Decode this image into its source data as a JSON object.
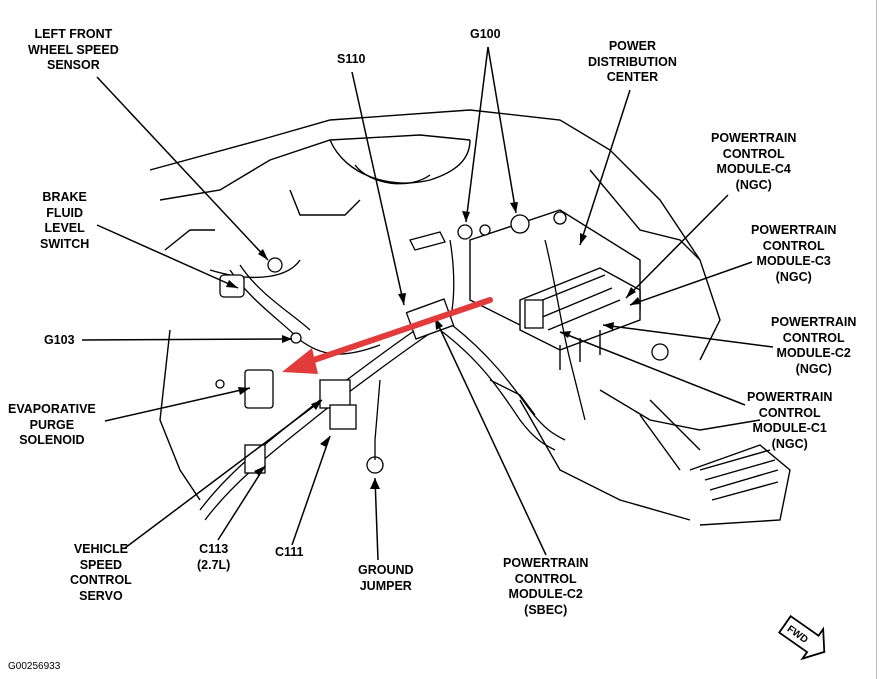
{
  "labels": {
    "left_front_wheel_speed_sensor": [
      "LEFT FRONT",
      "WHEEL SPEED",
      "SENSOR"
    ],
    "g100": [
      "G100"
    ],
    "s110": [
      "S110"
    ],
    "power_distribution_center": [
      "POWER",
      "DISTRIBUTION",
      "CENTER"
    ],
    "pcm_c4": [
      "POWERTRAIN",
      "CONTROL",
      "MODULE-C4",
      "(NGC)"
    ],
    "brake_fluid_level_switch": [
      "BRAKE",
      "FLUID",
      "LEVEL",
      "SWITCH"
    ],
    "pcm_c3": [
      "POWERTRAIN",
      "CONTROL",
      "MODULE-C3",
      "(NGC)"
    ],
    "g103": [
      "G103"
    ],
    "pcm_c2_ngc": [
      "POWERTRAIN",
      "CONTROL",
      "MODULE-C2",
      "(NGC)"
    ],
    "evaporative_purge_solenoid": [
      "EVAPORATIVE",
      "PURGE",
      "SOLENOID"
    ],
    "pcm_c1": [
      "POWERTRAIN",
      "CONTROL",
      "MODULE-C1",
      "(NGC)"
    ],
    "vehicle_speed_control_servo": [
      "VEHICLE",
      "SPEED",
      "CONTROL",
      "SERVO"
    ],
    "c113": [
      "C113",
      "(2.7L)"
    ],
    "c111": [
      "C111"
    ],
    "ground_jumper": [
      "GROUND",
      "JUMPER"
    ],
    "pcm_c2_sbec": [
      "POWERTRAIN",
      "CONTROL",
      "MODULE-C2",
      "(SBEC)"
    ],
    "fwd": "FWD"
  },
  "figure_code": "G00256933",
  "colors": {
    "annotation_arrow": "#e23b3b",
    "line": "#000000",
    "background": "#ffffff"
  }
}
